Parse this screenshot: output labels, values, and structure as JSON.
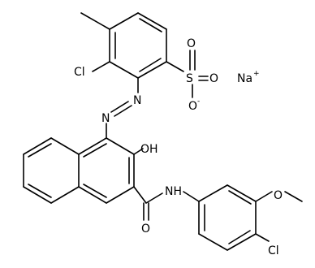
{
  "molecule": {
    "labels": {
      "cl_top": "Cl",
      "sulfur": "S",
      "o_top": "O",
      "o_right": "O",
      "o_bottom": "O",
      "o_charge": "-",
      "na": "Na",
      "na_charge": "+",
      "azo_n1": "N",
      "azo_n2": "N",
      "oh": "OH",
      "nh": "NH",
      "amide_o": "O",
      "methoxy_o": "O",
      "cl_bottom": "Cl"
    }
  }
}
